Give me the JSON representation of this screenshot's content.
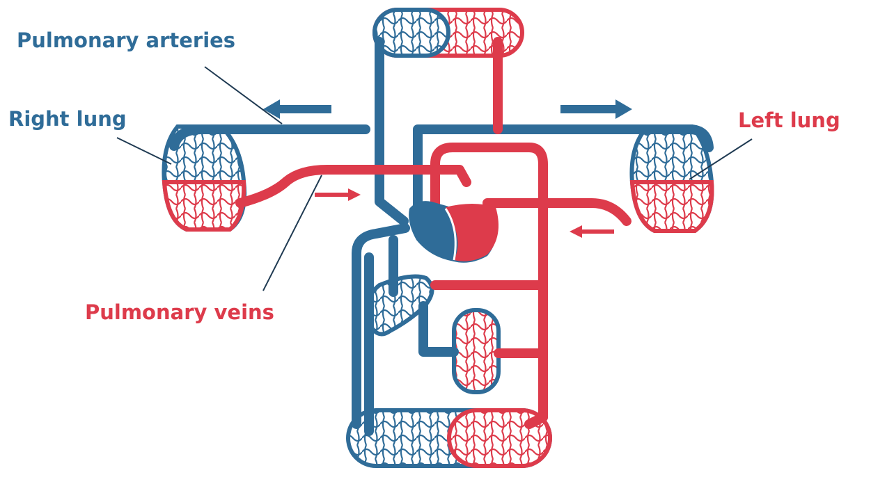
{
  "labels": {
    "pulmonary_arteries": "Pulmonary arteries",
    "right_lung": "Right lung",
    "left_lung": "Left lung",
    "pulmonary_veins": "Pulmonary veins"
  },
  "colors": {
    "deoxygenated": "#2f6c98",
    "oxygenated": "#dd3b4b",
    "pointer": "#1f3a52",
    "capillary_fill": "#ffffff"
  }
}
